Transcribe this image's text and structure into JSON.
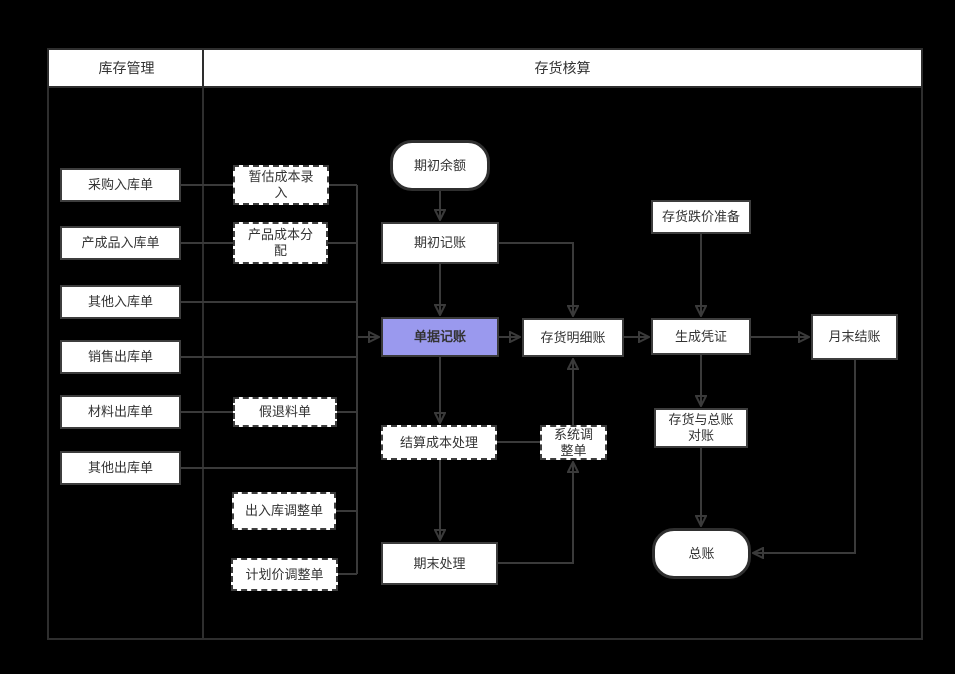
{
  "diagram": {
    "type": "swimlane-flowchart",
    "colors": {
      "background": "#000000",
      "node_fill": "#ffffff",
      "accent_node_fill": "#9a99ee",
      "border": "#3d3d3d",
      "line": "#3a3a3a",
      "text": "#333333"
    },
    "lanes": {
      "left": {
        "label": "库存管理"
      },
      "right": {
        "label": "存货核算"
      }
    },
    "nodes": {
      "purchase_in": "采购入库单",
      "finished_in": "产成品入库单",
      "other_in": "其他入库单",
      "sales_out": "销售出库单",
      "material_out": "材料出库单",
      "other_out": "其他出库单",
      "estimated_cost_entry": "暂估成本录\n入",
      "product_cost_alloc": "产品成本分\n配",
      "fake_return": "假退料单",
      "inout_adjust": "出入库调整单",
      "plan_price_adjust": "计划价调整单",
      "beginning_balance": "期初余额",
      "beginning_booking": "期初记账",
      "doc_booking": "单据记账",
      "settle_cost": "结算成本处理",
      "period_end": "期末处理",
      "inventory_ledger": "存货明细账",
      "system_adjust": "系统调\n整单",
      "devaluation_reserve": "存货跌价准备",
      "generate_voucher": "生成凭证",
      "inventory_gl_recon": "存货与总账\n对账",
      "month_end_close": "月末结账",
      "general_ledger": "总账"
    }
  }
}
